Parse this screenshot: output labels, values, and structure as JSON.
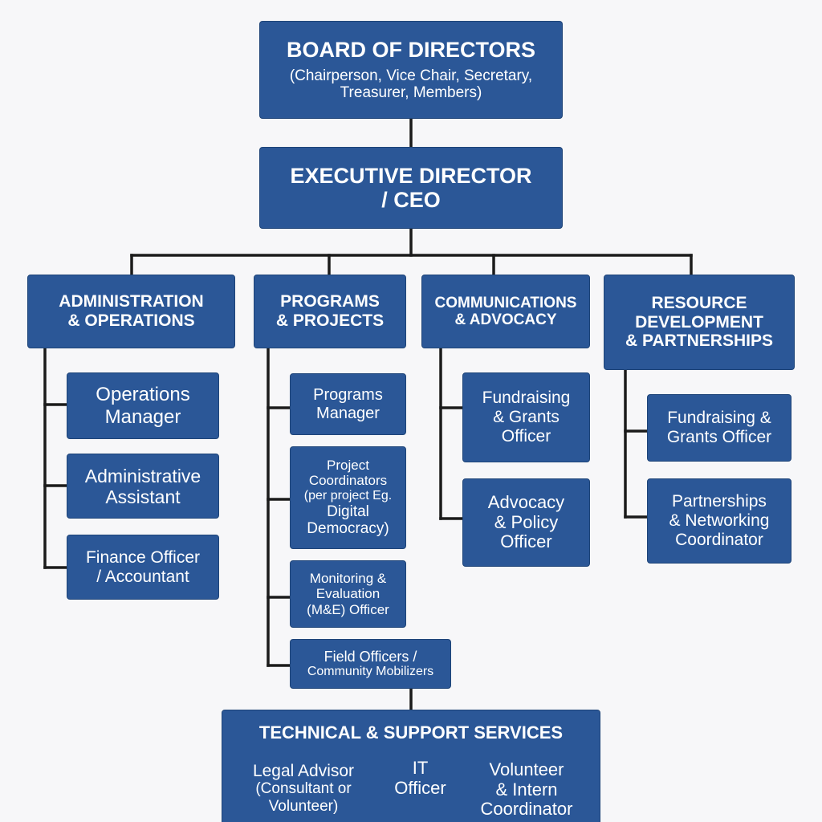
{
  "colors": {
    "box_fill": "#2b5797",
    "box_text": "#ffffff",
    "connector": "#1b1b1b",
    "background": "#f7f7f9"
  },
  "board": {
    "title": "BOARD OF DIRECTORS",
    "members_line1": "(Chairperson, Vice Chair, Secretary,",
    "members_line2": "Treasurer, Members)"
  },
  "executive": {
    "line1": "EXECUTIVE DIRECTOR",
    "line2": "/ CEO"
  },
  "departments": {
    "administration": {
      "line1": "ADMINISTRATION",
      "line2": "& OPERATIONS",
      "roles": [
        {
          "line1": "Operations",
          "line2": "Manager"
        },
        {
          "line1": "Administrative",
          "line2": "Assistant"
        },
        {
          "line1": "Finance Officer",
          "line2": "/ Accountant"
        }
      ]
    },
    "programs": {
      "line1": "PROGRAMS",
      "line2": "& PROJECTS",
      "roles": [
        {
          "line1": "Programs",
          "line2": "Manager"
        },
        {
          "line1": "Project",
          "line2": "Coordinators",
          "line3": "(per project Eg.",
          "line4": "Digital",
          "line5": "Democracy)"
        },
        {
          "line1": "Monitoring &",
          "line2": "Evaluation",
          "line3": "(M&E) Officer"
        },
        {
          "line1": "Field Officers /",
          "line2": "Community Mobilizers"
        }
      ]
    },
    "communications": {
      "line1": "COMMUNICATIONS",
      "line2": "& ADVOCACY",
      "roles": [
        {
          "line1": "Fundraising",
          "line2": "& Grants",
          "line3": "Officer"
        },
        {
          "line1": "Advocacy",
          "line2": "& Policy",
          "line3": "Officer"
        }
      ]
    },
    "resource": {
      "line1": "RESOURCE",
      "line2": "DEVELOPMENT",
      "line3": "& PARTNERSHIPS",
      "roles": [
        {
          "line1": "Fundraising &",
          "line2": "Grants Officer"
        },
        {
          "line1": "Partnerships",
          "line2": "& Networking",
          "line3": "Coordinator"
        }
      ]
    }
  },
  "technical": {
    "title": "TECHNICAL & SUPPORT SERVICES",
    "legal": {
      "line1": "Legal Advisor",
      "line2": "(Consultant or",
      "line3": "Volunteer)"
    },
    "it": {
      "line1": "IT",
      "line2": "Officer"
    },
    "volunteer": {
      "line1": "Volunteer",
      "line2": "& Intern",
      "line3": "Coordinator"
    }
  }
}
